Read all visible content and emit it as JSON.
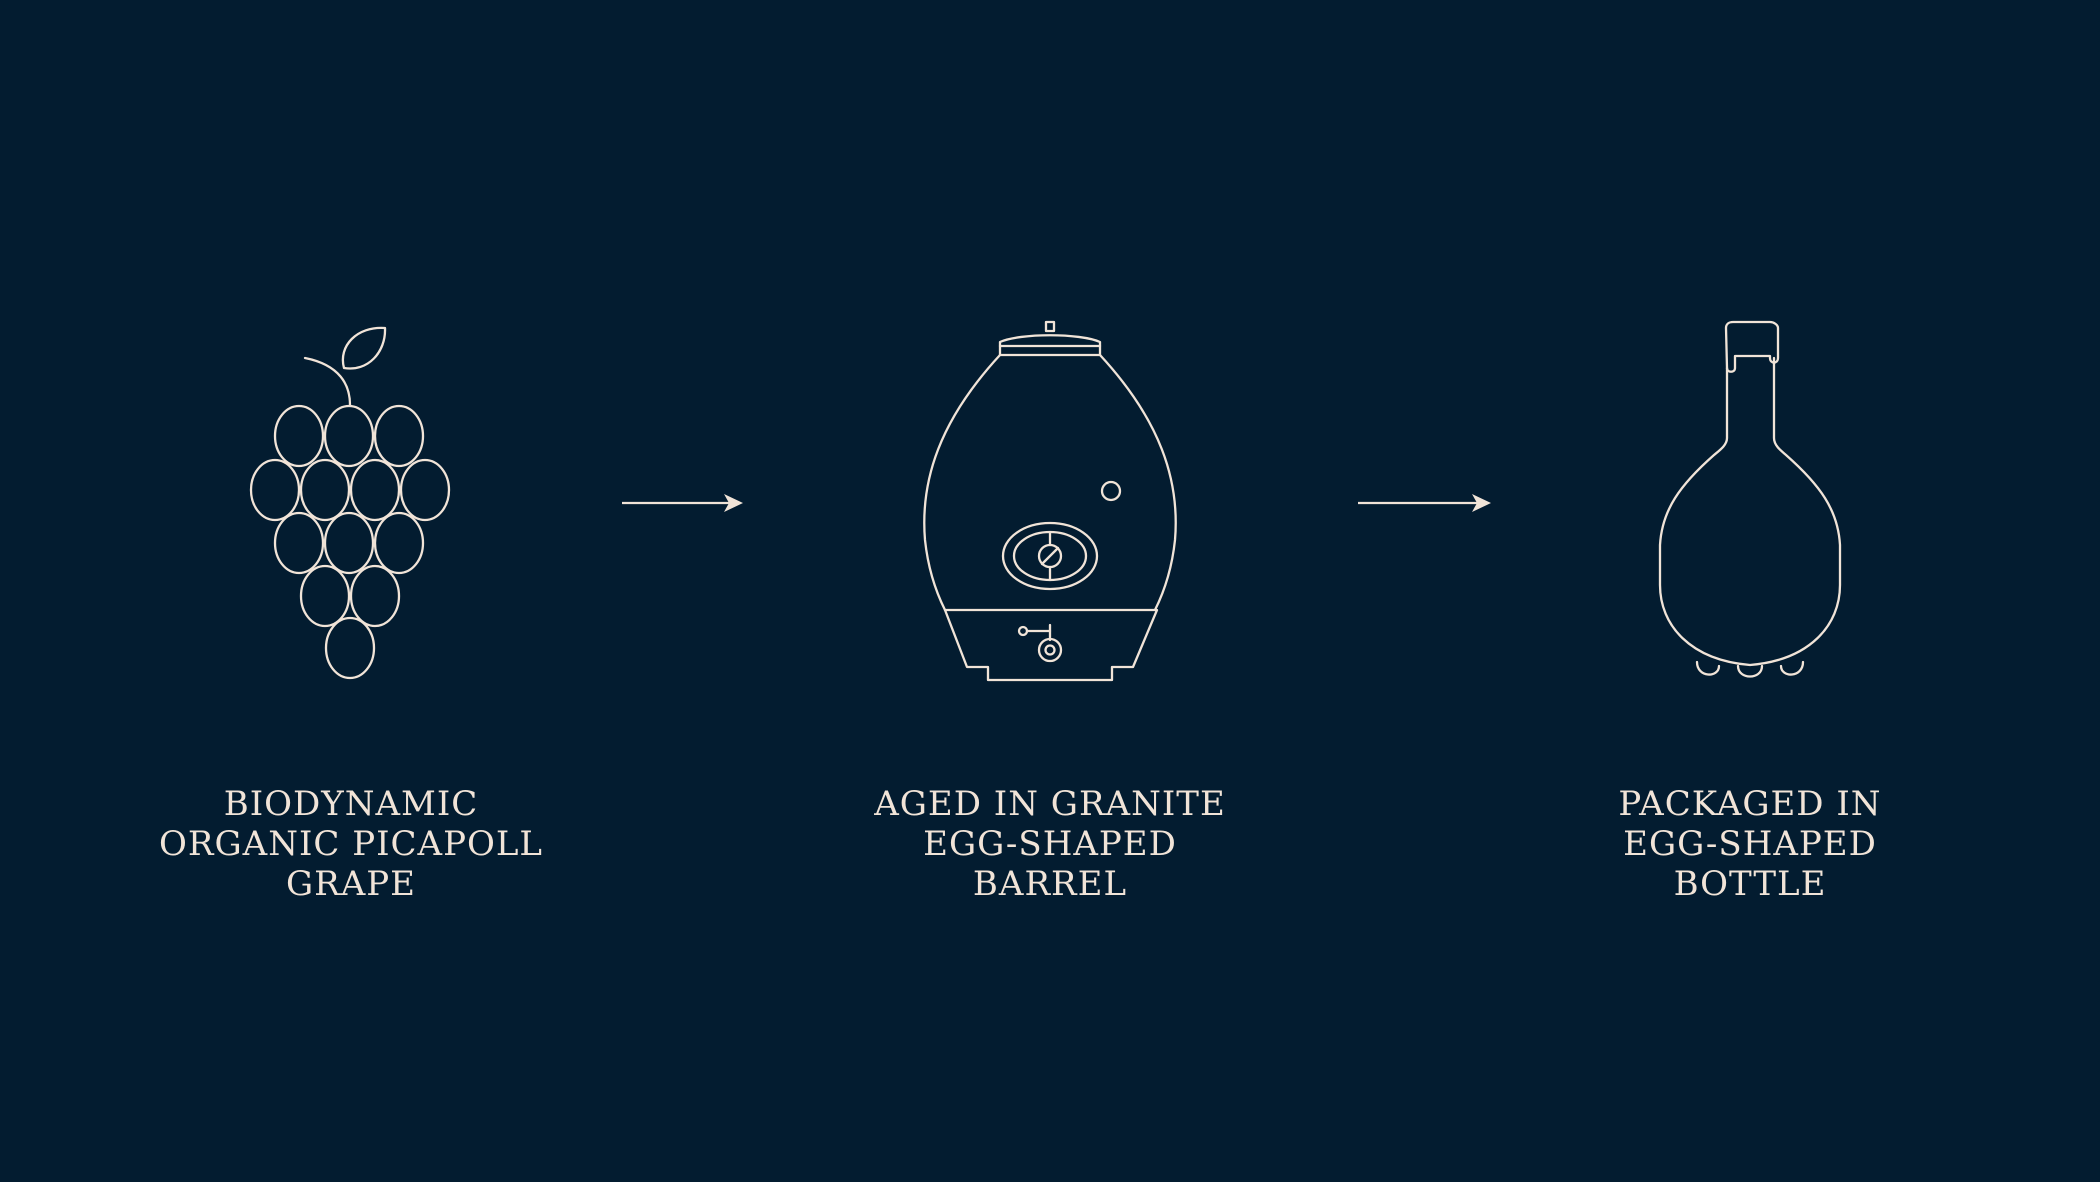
{
  "steps": [
    {
      "icon": "grape-cluster-icon",
      "caption": [
        "Biodynamic",
        "organic Picapoll",
        "grape"
      ]
    },
    {
      "icon": "egg-barrel-icon",
      "caption": [
        "aged in Granite",
        "egg-shaped",
        "barrel"
      ]
    },
    {
      "icon": "bottle-icon",
      "caption": [
        "packaged in",
        "egg-shaped",
        "bottle"
      ]
    }
  ],
  "arrows": [
    "arrow-right-icon",
    "arrow-right-icon"
  ],
  "colors": {
    "background": "#031c30",
    "line": "#f1e4d8"
  }
}
